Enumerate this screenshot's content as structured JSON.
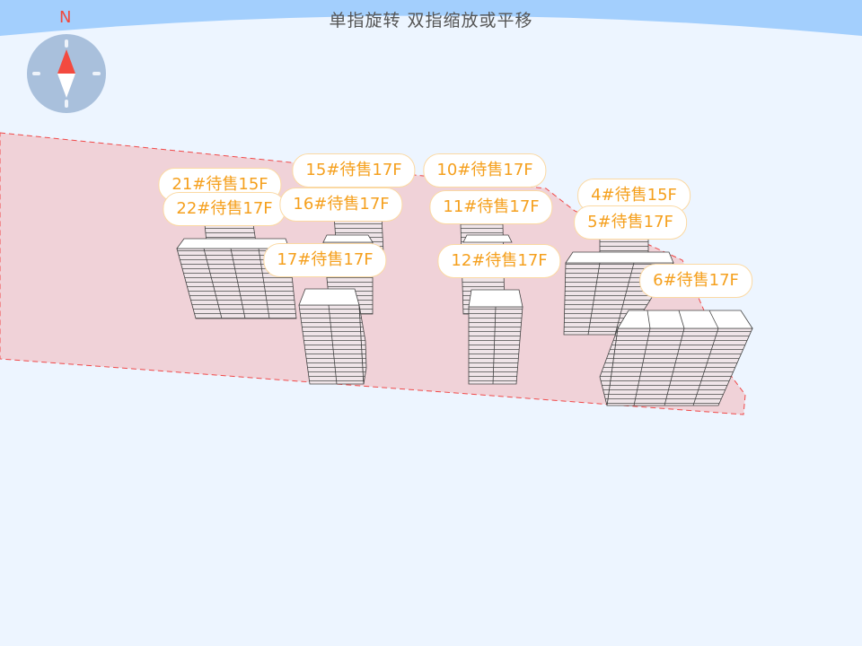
{
  "hint": "单指旋转 双指缩放或平移",
  "compass": {
    "north_label": "N",
    "icon": "compass-icon"
  },
  "colors": {
    "label_text": "#f5a01e",
    "site_fill": "#f0d2d8",
    "site_border": "#f04a4a",
    "sky": "#a3cffd"
  },
  "buildings": [
    {
      "label": "21#待售15F"
    },
    {
      "label": "22#待售17F"
    },
    {
      "label": "15#待售17F"
    },
    {
      "label": "16#待售17F"
    },
    {
      "label": "17#待售17F"
    },
    {
      "label": "10#待售17F"
    },
    {
      "label": "11#待售17F"
    },
    {
      "label": "12#待售17F"
    },
    {
      "label": "4#待售15F"
    },
    {
      "label": "5#待售17F"
    },
    {
      "label": "6#待售17F"
    }
  ]
}
